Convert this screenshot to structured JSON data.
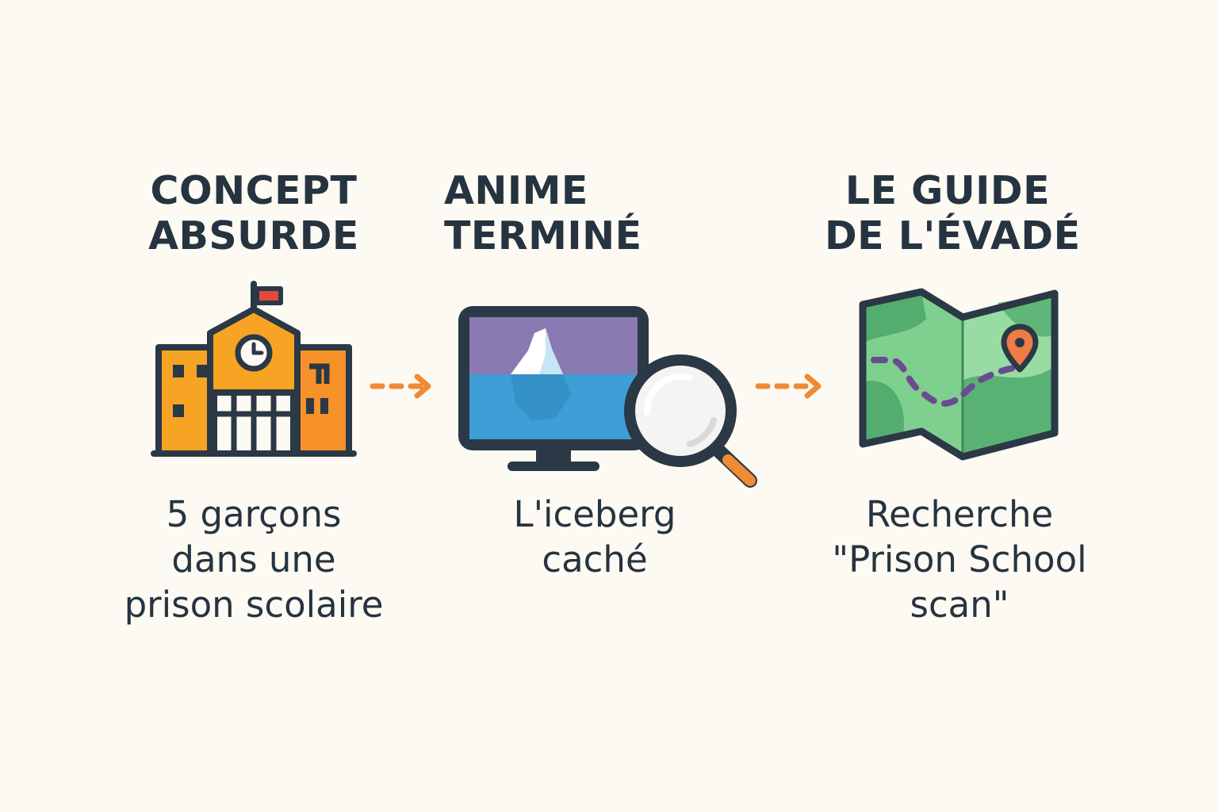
{
  "steps": [
    {
      "title_lines": [
        "CONCEPT",
        "ABSURDE"
      ],
      "desc_lines": [
        "5 garçons",
        "dans une",
        "prison scolaire"
      ],
      "icon": "school-building-icon"
    },
    {
      "title_lines": [
        "ANIME",
        "TERMINÉ"
      ],
      "desc_lines": [
        "L'iceberg",
        "caché"
      ],
      "icon": "monitor-iceberg-magnifier-icon"
    },
    {
      "title_lines": [
        "LE GUIDE",
        "DE L'ÉVADÉ"
      ],
      "desc_lines": [
        "Recherche",
        "\"Prison School",
        "scan\""
      ],
      "icon": "folded-map-icon"
    }
  ],
  "colors": {
    "background": "#fcfaf2",
    "text": "#263340",
    "arrow": "#f08a35",
    "outline": "#2b3845",
    "school_orange": "#f7a324",
    "screen_purple": "#8a7ab3",
    "screen_water": "#3d9fd6",
    "map_green": "#7fcf8f",
    "pin": "#ef7b45"
  }
}
